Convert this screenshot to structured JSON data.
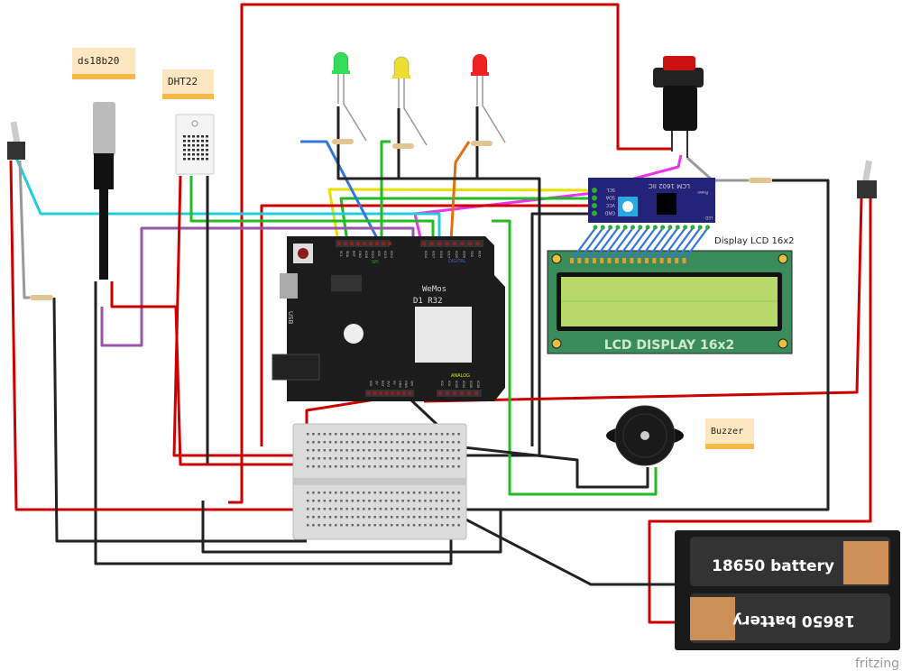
{
  "notes": {
    "ds18b20": "ds18b20",
    "dht22": "DHT22",
    "buzzer": "Buzzer"
  },
  "board": {
    "brand": "WeMos",
    "model": "D1 R32",
    "usb": "USB",
    "digital": "DIGITAL",
    "analog": "ANALOG",
    "spi": "SPI",
    "top_pins": [
      "SCL",
      "SDA",
      "RST",
      "GND",
      "IO18",
      "IO23",
      "IO5",
      "IO13",
      "IO12",
      "IO14",
      "IO27",
      "IO16",
      "IO17",
      "IO25",
      "IO26",
      "TXD",
      "RXD"
    ],
    "bottom_pins": [
      "IO0",
      "3V",
      "RST",
      "3V3",
      "5V",
      "GND",
      "GND",
      "VIN",
      "IO2",
      "IO4",
      "IO35",
      "IO34",
      "IO36",
      "IO39"
    ]
  },
  "i2c_module": {
    "title": "LCM 1602 IIC",
    "pins": [
      "SCL",
      "SDA",
      "VCC",
      "GND"
    ],
    "led": "LED",
    "power": "Power"
  },
  "lcd": {
    "caption": "Display LCD 16x2",
    "label": "LCD DISPLAY 16x2"
  },
  "battery": {
    "cell1": "18650 battery",
    "cell2": "18650 battery"
  },
  "watermark": "fritzing",
  "colors": {
    "wire_red": "#cc0000",
    "wire_black": "#222222",
    "wire_green": "#22bb22",
    "wire_yellow": "#e8e000",
    "wire_cyan": "#22ccdd",
    "wire_blue": "#3377dd",
    "wire_orange": "#e07010",
    "wire_purple": "#9955aa",
    "wire_pink": "#ee33ee",
    "board": "#1c1c1c",
    "lcd_pcb": "#3a8c5a",
    "lcd_screen": "#b6d96a",
    "i2c_pcb": "#23237a"
  }
}
